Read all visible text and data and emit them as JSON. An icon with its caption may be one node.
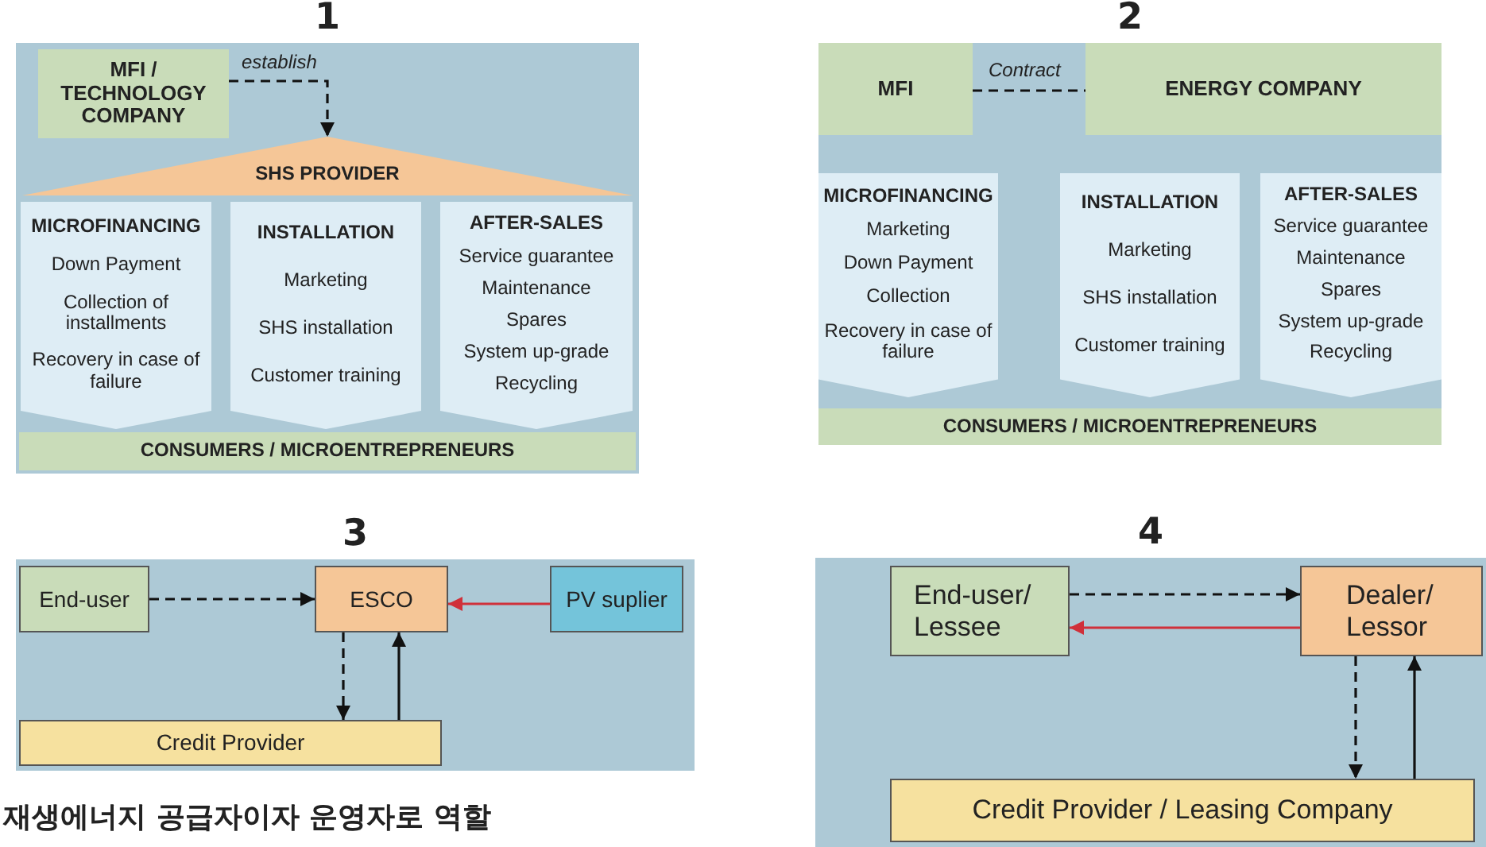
{
  "diagram": {
    "caption": "재생에너지 공급자이자 운영자로 역할",
    "nodes": [
      {
        "text": [
          "1"
        ]
      },
      {
        "text": [
          "MFI / TECHNOLOGY COMPANY"
        ],
        "in": 0
      },
      {
        "text": [
          "SHS PROVIDER"
        ],
        "in": 0
      },
      {
        "text": [
          "MICROFINANCING",
          "Down Payment",
          "Collection of installments",
          "Recovery in case of failure"
        ],
        "in": 0
      },
      {
        "text": [
          "INSTALLATION",
          "Marketing",
          "SHS installation",
          "Customer training"
        ],
        "in": 0
      },
      {
        "text": [
          "AFTER-SALES",
          "Service guarantee",
          "Maintenance",
          "Spares",
          "System up-grade",
          "Recycling"
        ],
        "in": 0
      },
      {
        "text": [
          "CONSUMERS / MICROENTREPRENEURS"
        ],
        "in": 0
      },
      {
        "text": [
          "2"
        ]
      },
      {
        "text": [
          "MFI"
        ],
        "in": 7
      },
      {
        "text": [
          "ENERGY COMPANY"
        ],
        "in": 7
      },
      {
        "text": [
          "MICROFINANCING",
          "Marketing",
          "Down Payment",
          "Collection",
          "Recovery in case of failure"
        ],
        "in": 7
      },
      {
        "text": [
          "INSTALLATION",
          "Marketing",
          "SHS installation",
          "Customer training"
        ],
        "in": 7
      },
      {
        "text": [
          "AFTER-SALES",
          "Service guarantee",
          "Maintenance",
          "Spares",
          "System up-grade",
          "Recycling"
        ],
        "in": 7
      },
      {
        "text": [
          "CONSUMERS / MICROENTREPRENEURS"
        ],
        "in": 7
      },
      {
        "text": [
          "3"
        ]
      },
      {
        "text": [
          "End-user"
        ],
        "in": 14
      },
      {
        "text": [
          "ESCO"
        ],
        "in": 14
      },
      {
        "text": [
          "PV suplier"
        ],
        "in": 14
      },
      {
        "text": [
          "Credit Provider"
        ],
        "in": 14
      },
      {
        "text": [
          "4"
        ]
      },
      {
        "text": [
          "End-user/ Lessee"
        ],
        "in": 19
      },
      {
        "text": [
          "Dealer/ Lessor"
        ],
        "in": 19
      },
      {
        "text": [
          "Credit Provider / Leasing Company"
        ],
        "in": 19
      }
    ],
    "edges": [
      {
        "from": 1,
        "to": 2,
        "arrow": "to",
        "style": "dashed",
        "label": "establish"
      },
      {
        "from": 8,
        "to": 9,
        "arrow": "none",
        "style": "dashed",
        "label": "Contract"
      },
      {
        "from": 15,
        "to": 16,
        "arrow": "to",
        "style": "dashed"
      },
      {
        "from": 17,
        "to": 16,
        "arrow": "to",
        "color": "#d0303a"
      },
      {
        "from": 16,
        "to": 18,
        "arrow": "to",
        "style": "dashed"
      },
      {
        "from": 18,
        "to": 16,
        "arrow": "to"
      },
      {
        "from": 20,
        "to": 21,
        "arrow": "to",
        "style": "dashed"
      },
      {
        "from": 21,
        "to": 20,
        "arrow": "to",
        "color": "#d0303a"
      },
      {
        "from": 21,
        "to": 22,
        "arrow": "to",
        "style": "dashed"
      },
      {
        "from": 22,
        "to": 21,
        "arrow": "to"
      }
    ]
  }
}
